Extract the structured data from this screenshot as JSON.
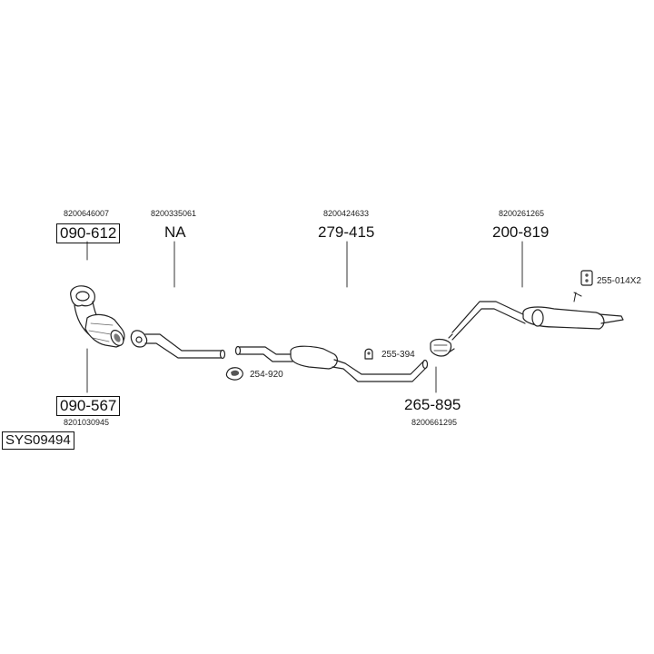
{
  "diagram_id": "SYS09494",
  "parts": [
    {
      "part": "090-612",
      "oem": "8200646007"
    },
    {
      "part": "NA",
      "oem": "8200335061"
    },
    {
      "part": "279-415",
      "oem": "8200424633"
    },
    {
      "part": "200-819",
      "oem": "8200261265"
    },
    {
      "part": "090-567",
      "oem": "8201030945"
    },
    {
      "part": "265-895",
      "oem": "8200661295"
    }
  ],
  "fittings": [
    "254-920",
    "255-394",
    "255-014X2"
  ]
}
